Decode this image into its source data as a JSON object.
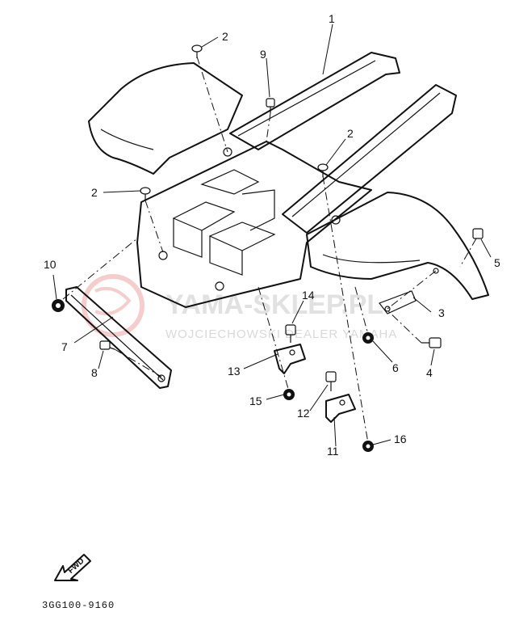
{
  "diagram": {
    "part_numbers": [
      {
        "id": "1",
        "label": "1"
      },
      {
        "id": "2a",
        "label": "2"
      },
      {
        "id": "2b",
        "label": "2"
      },
      {
        "id": "2c",
        "label": "2"
      },
      {
        "id": "3",
        "label": "3"
      },
      {
        "id": "4",
        "label": "4"
      },
      {
        "id": "5",
        "label": "5"
      },
      {
        "id": "6",
        "label": "6"
      },
      {
        "id": "7",
        "label": "7"
      },
      {
        "id": "8",
        "label": "8"
      },
      {
        "id": "9",
        "label": "9"
      },
      {
        "id": "10",
        "label": "10"
      },
      {
        "id": "11",
        "label": "11"
      },
      {
        "id": "12",
        "label": "12"
      },
      {
        "id": "13",
        "label": "13"
      },
      {
        "id": "14",
        "label": "14"
      },
      {
        "id": "15",
        "label": "15"
      },
      {
        "id": "16",
        "label": "16"
      }
    ],
    "fwd_label": "FWD",
    "diagram_code": "3GG100-9160"
  },
  "watermark": {
    "line1": "YAMA-SKLEP.PL",
    "line2": "WOJCIECHOWSKI DEALER YAMAHA"
  }
}
